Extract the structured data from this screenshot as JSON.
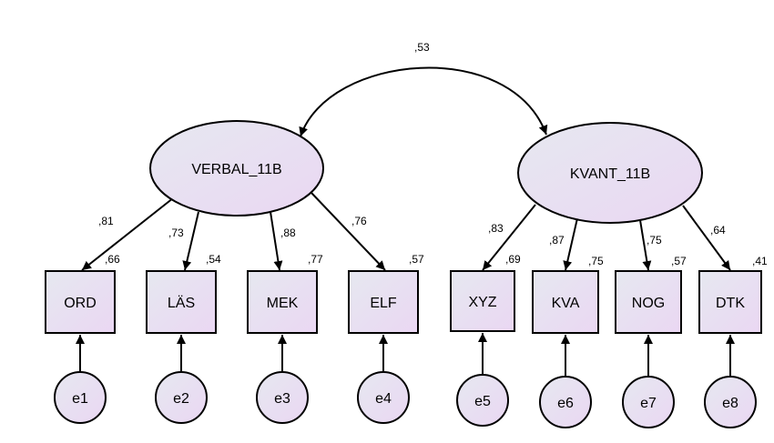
{
  "correlation": ",53",
  "latents": [
    {
      "label": "VERBAL_11B"
    },
    {
      "label": "KVANT_11B"
    }
  ],
  "observed": [
    {
      "label": "ORD",
      "loading": ",81",
      "r2": ",66",
      "error": "e1"
    },
    {
      "label": "LÄS",
      "loading": ",73",
      "r2": ",54",
      "error": "e2"
    },
    {
      "label": "MEK",
      "loading": ",88",
      "r2": ",77",
      "error": "e3"
    },
    {
      "label": "ELF",
      "loading": ",76",
      "r2": ",57",
      "error": "e4"
    },
    {
      "label": "XYZ",
      "loading": ",83",
      "r2": ",69",
      "error": "e5"
    },
    {
      "label": "KVA",
      "loading": ",87",
      "r2": ",75",
      "error": "e6"
    },
    {
      "label": "NOG",
      "loading": ",75",
      "r2": ",57",
      "error": "e7"
    },
    {
      "label": "DTK",
      "loading": ",64",
      "r2": ",41",
      "error": "e8"
    }
  ]
}
